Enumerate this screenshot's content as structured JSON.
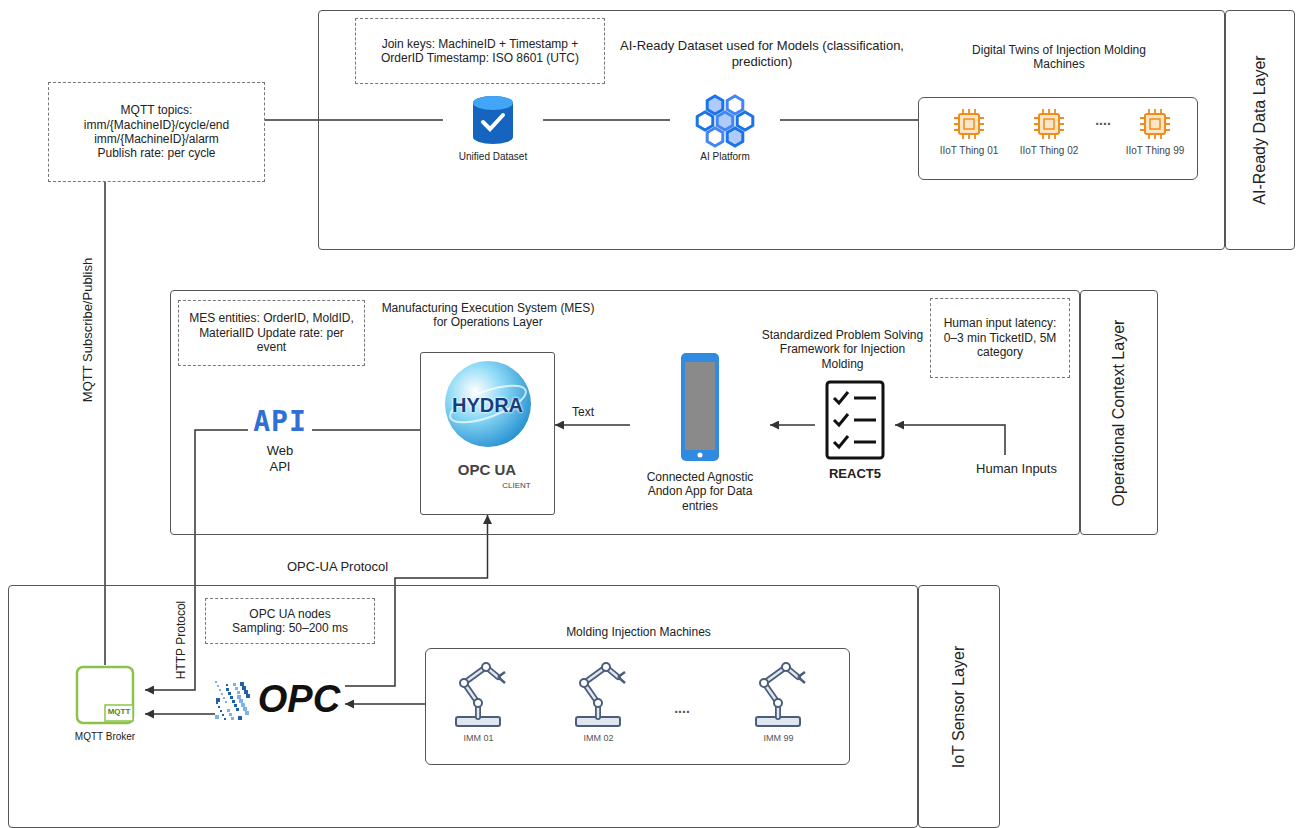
{
  "diagram": {
    "nodes": [
      {
        "text": [
          "AI-Ready Data Layer"
        ]
      },
      {
        "text": [
          "Join keys: MachineID + Timestamp + OrderID Timestamp: ISO 8601 (UTC)"
        ],
        "in": 0
      },
      {
        "text": [
          "Unified Dataset"
        ],
        "in": 0
      },
      {
        "text": [
          "AI Platform"
        ],
        "in": 0
      },
      {
        "text": [
          "Digital Twins of Injection Molding Machines"
        ],
        "in": 0
      },
      {
        "text": [
          "IIoT Thing 01"
        ],
        "in": 4
      },
      {
        "text": [
          "IIoT Thing 02"
        ],
        "in": 4
      },
      {
        "text": [
          "IIoT Thing 99"
        ],
        "in": 4
      },
      {
        "text": [
          "MQTT topics: imm/{MachineID}/cycle/end imm/{MachineID}/alarm Publish rate: per cycle"
        ]
      },
      {
        "text": [
          "Operational Context Layer"
        ]
      },
      {
        "text": [
          "MES entities: OrderID, MoldID, MaterialID Update rate: per event"
        ],
        "in": 9
      },
      {
        "text": [
          "API",
          "Web API"
        ],
        "in": 9
      },
      {
        "text": [
          "Manufacturing Execution System (MES) for Operations Layer",
          "HYDRA",
          "OPC UA",
          "CLIENT"
        ],
        "in": 9
      },
      {
        "text": [
          "Connected Agnostic Andon App for Data entries"
        ],
        "in": 9
      },
      {
        "text": [
          "Standardized Problem Solving Framework for Injection Molding",
          "REACT5"
        ],
        "in": 9
      },
      {
        "text": [
          "Human input latency: 0–3 min TicketID, 5M category"
        ],
        "in": 9
      },
      {
        "text": [
          "Human Inputs"
        ],
        "in": 9
      },
      {
        "text": [
          "IoT Sensor Layer"
        ]
      },
      {
        "text": [
          "MQTT",
          "MQTT Broker"
        ],
        "in": 17
      },
      {
        "text": [
          "OPC UA nodes Sampling: 50–200 ms"
        ],
        "in": 17
      },
      {
        "text": [
          "OPC"
        ],
        "in": 17
      },
      {
        "text": [
          "Molding Injection Machines"
        ],
        "in": 17
      },
      {
        "text": [
          "IMM 01"
        ],
        "in": 21
      },
      {
        "text": [
          "IMM 02"
        ],
        "in": 21
      },
      {
        "text": [
          "IMM 99"
        ],
        "in": 21
      }
    ],
    "edges": [
      {
        "from": 18,
        "to": 8,
        "arrow": "none",
        "label": "MQTT Subscribe/Publish"
      },
      {
        "from": 8,
        "to": 2,
        "arrow": "none"
      },
      {
        "from": 2,
        "to": 3,
        "arrow": "none"
      },
      {
        "from": 3,
        "to": 4,
        "arrow": "none"
      },
      {
        "from": 21,
        "to": 20,
        "arrow": "to"
      },
      {
        "from": 20,
        "to": 18,
        "arrow": "to"
      },
      {
        "from": 20,
        "to": 12,
        "arrow": "to",
        "label": "OPC-UA Protocol"
      },
      {
        "from": 12,
        "to": 11,
        "arrow": "none"
      },
      {
        "from": 11,
        "to": 18,
        "arrow": "to",
        "label": "HTTP Protocol"
      },
      {
        "from": 16,
        "to": 14,
        "arrow": "to"
      },
      {
        "from": 14,
        "to": 13,
        "arrow": "to"
      },
      {
        "from": 13,
        "to": 12,
        "arrow": "to",
        "label": "Text"
      }
    ],
    "labels": [
      "AI-Ready Dataset used for Models (classification, prediction)",
      "....",
      "...."
    ]
  }
}
